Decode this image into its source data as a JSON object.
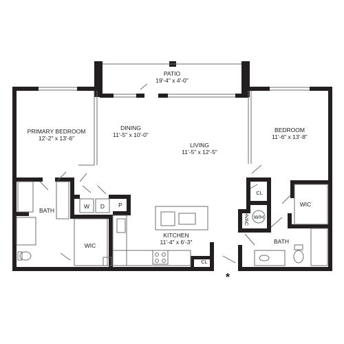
{
  "colors": {
    "wall": "#231f20",
    "line": "#6d6d6d",
    "fixture": "#888888"
  },
  "rooms": {
    "patio": {
      "name": "PATIO",
      "dims": "19'-4\" x 4'-0\""
    },
    "primary_bedroom": {
      "name": "PRIMARY BEDROOM",
      "dims": "12'-2\" x 13'-6\""
    },
    "dining": {
      "name": "DINING",
      "dims": "11'-5\" x 10'-0\""
    },
    "living": {
      "name": "LIVING",
      "dims": "11'-5\" x 12'-5\""
    },
    "bedroom": {
      "name": "BEDROOM",
      "dims": "11'-6\" x 13'-8\""
    },
    "kitchen": {
      "name": "KITCHEN",
      "dims": "11'-4\" x 6'-3\""
    },
    "bath_left": {
      "name": "BATH"
    },
    "bath_right": {
      "name": "BATH"
    },
    "wic_left": {
      "name": "WIC"
    },
    "wic_right": {
      "name": "WIC"
    },
    "washer": {
      "name": "W"
    },
    "dryer": {
      "name": "D"
    },
    "pantry": {
      "name": "P"
    },
    "closet_bedroom": {
      "name": "CL"
    },
    "closet_kitchen": {
      "name": "CL"
    },
    "hvac": {
      "name": "HVAC"
    },
    "water_heater": {
      "name": "W/H"
    }
  },
  "entry_marker": "*"
}
